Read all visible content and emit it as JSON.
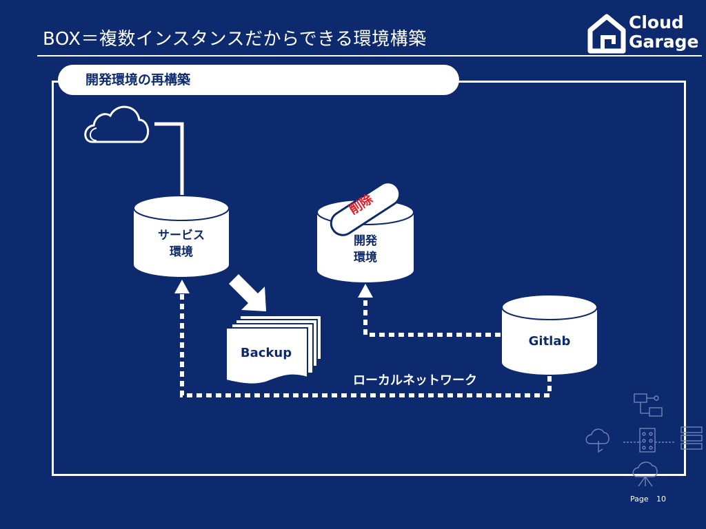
{
  "header": {
    "title": "BOX＝複数インスタンスだからできる環境構築",
    "logo_line1": "Cloud",
    "logo_line2": "Garage"
  },
  "section": {
    "label": "開発環境の再構築"
  },
  "diagram": {
    "service_env_line1": "サービス",
    "service_env_line2": "環境",
    "dev_env_line1": "開発",
    "dev_env_line2": "環境",
    "delete_tag": "削除",
    "backup_label": "Backup",
    "gitlab_label": "Gitlab",
    "network_label": "ローカルネットワーク"
  },
  "icons": [
    "cloud-icon",
    "house-logo-icon",
    "down-right-arrow-icon",
    "network-decoration-icon"
  ],
  "colors": {
    "background": "#0d2a6e",
    "foreground": "#ffffff",
    "delete_text": "#e8141e"
  },
  "footer": {
    "page_label": "Page",
    "page_number": "10"
  }
}
